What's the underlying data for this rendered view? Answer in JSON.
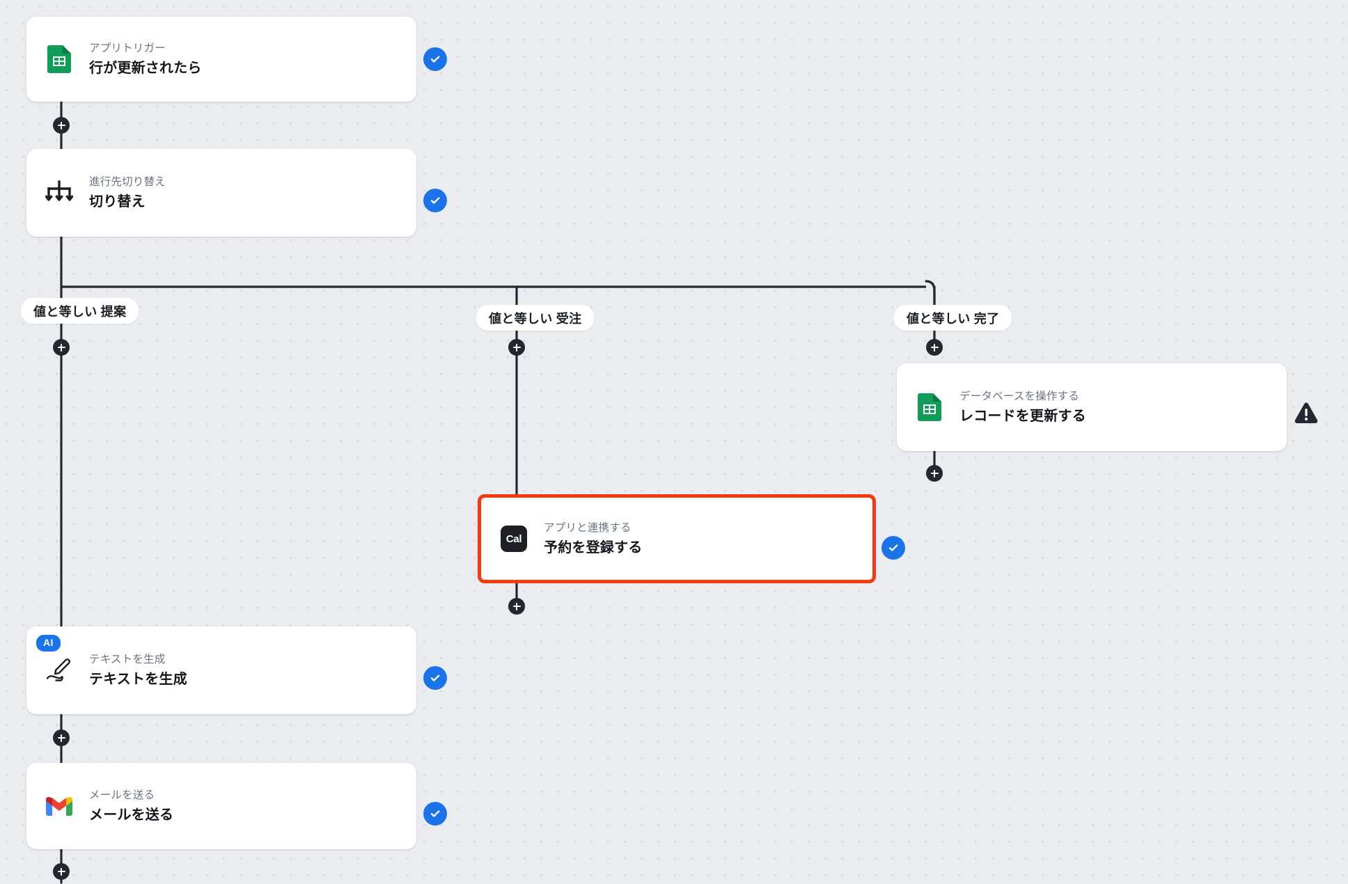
{
  "canvas": {
    "background_color": "#eaecf0",
    "dot_color": "#d7dae0"
  },
  "colors": {
    "accent_blue": "#1a73e8",
    "selected_outline": "#f63a0f",
    "edge": "#24272e",
    "card_bg": "#ffffff",
    "title_text": "#14161c",
    "sub_text": "#6b7280"
  },
  "nodes": [
    {
      "id": "trigger",
      "subtitle": "アプリトリガー",
      "title": "行が更新されたら",
      "icon": "google-sheets-icon",
      "status": "success",
      "status_icon": "check-circle-icon",
      "selected": false
    },
    {
      "id": "switch",
      "subtitle": "進行先切り替え",
      "title": "切り替え",
      "icon": "switch-branch-icon",
      "status": "success",
      "status_icon": "check-circle-icon",
      "selected": false
    },
    {
      "id": "update-record",
      "subtitle": "データベースを操作する",
      "title": "レコードを更新する",
      "icon": "google-sheets-icon",
      "status": "warning",
      "status_icon": "warning-triangle-icon",
      "selected": false
    },
    {
      "id": "cal-booking",
      "subtitle": "アプリと連携する",
      "title": "予約を登録する",
      "icon": "cal-com-icon",
      "icon_label": "Cal",
      "status": "success",
      "status_icon": "check-circle-icon",
      "selected": true
    },
    {
      "id": "generate-text",
      "subtitle": "テキストを生成",
      "title": "テキストを生成",
      "icon": "pen-write-icon",
      "badge": "AI",
      "status": "success",
      "status_icon": "check-circle-icon",
      "selected": false
    },
    {
      "id": "send-mail",
      "subtitle": "メールを送る",
      "title": "メールを送る",
      "icon": "gmail-icon",
      "status": "success",
      "status_icon": "check-circle-icon",
      "selected": false
    }
  ],
  "branches": [
    {
      "id": "branch-proposal",
      "label": "値と等しい 提案"
    },
    {
      "id": "branch-order",
      "label": "値と等しい 受注"
    },
    {
      "id": "branch-done",
      "label": "値と等しい 完了"
    }
  ],
  "add_buttons": [
    {
      "id": "add-after-trigger"
    },
    {
      "id": "add-branch-proposal"
    },
    {
      "id": "add-branch-order"
    },
    {
      "id": "add-branch-done"
    },
    {
      "id": "add-after-update-record"
    },
    {
      "id": "add-after-cal-booking"
    },
    {
      "id": "add-after-generate-text"
    },
    {
      "id": "add-after-send-mail"
    }
  ]
}
